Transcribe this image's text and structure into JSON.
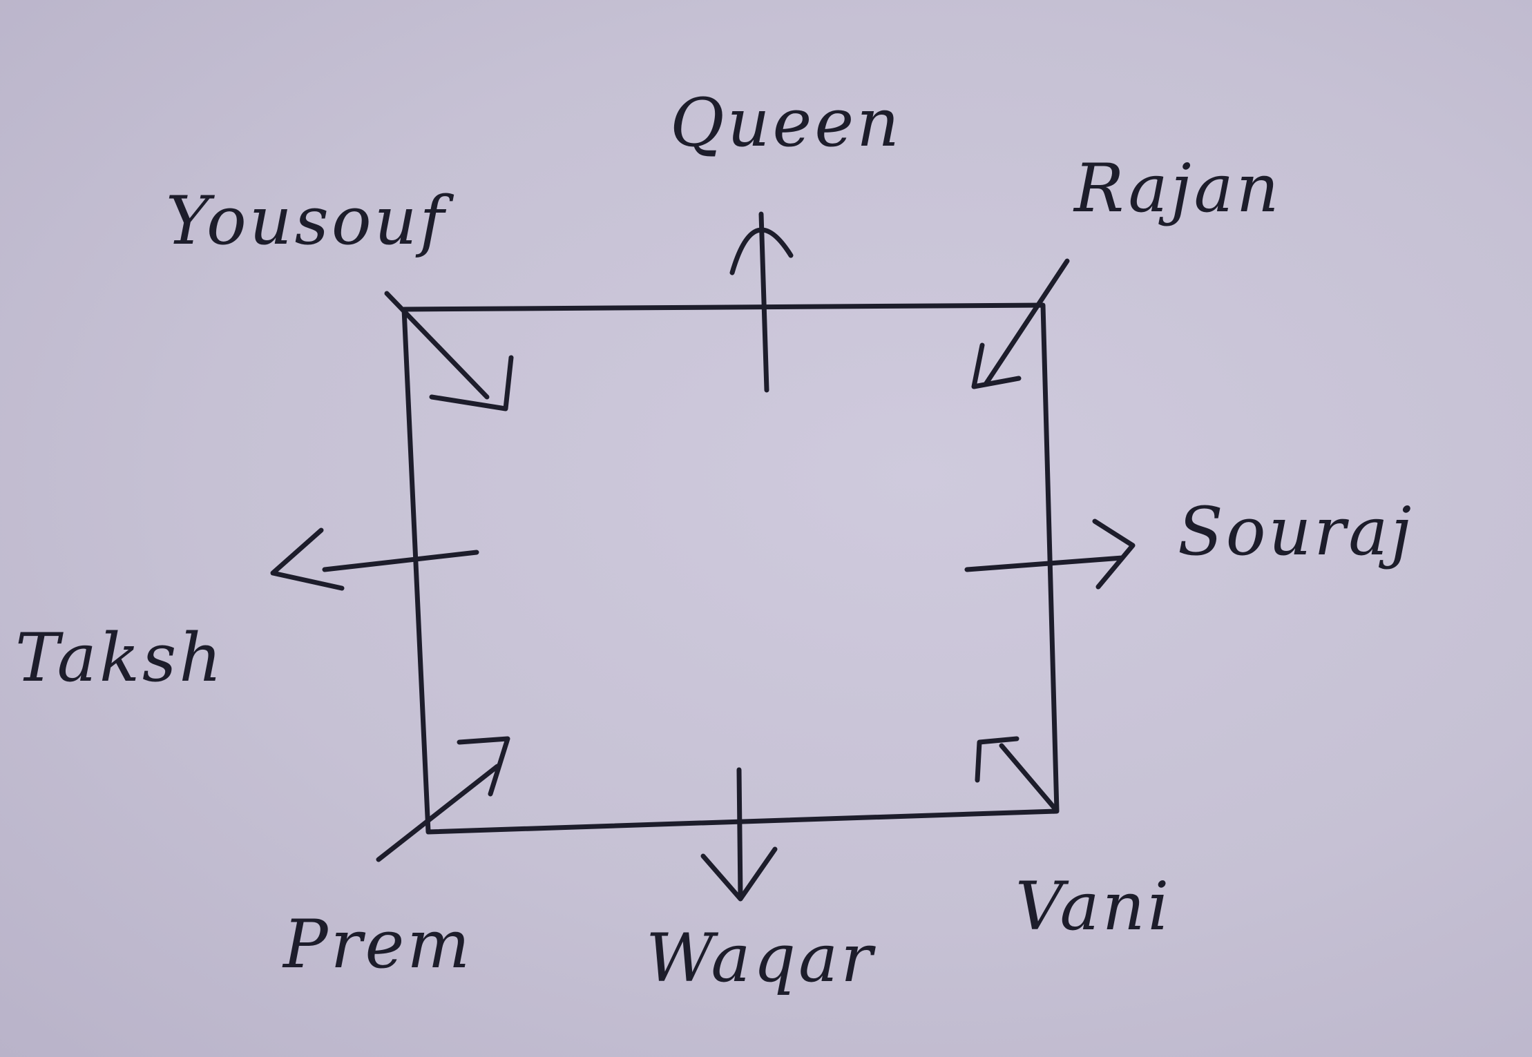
{
  "people": {
    "north": "Queen",
    "north_east": "Rajan",
    "north_west": "Yousouf",
    "east": "Souraj",
    "west": "Taksh",
    "south_west": "Prem",
    "south": "Waqar",
    "south_east": "Vani"
  }
}
